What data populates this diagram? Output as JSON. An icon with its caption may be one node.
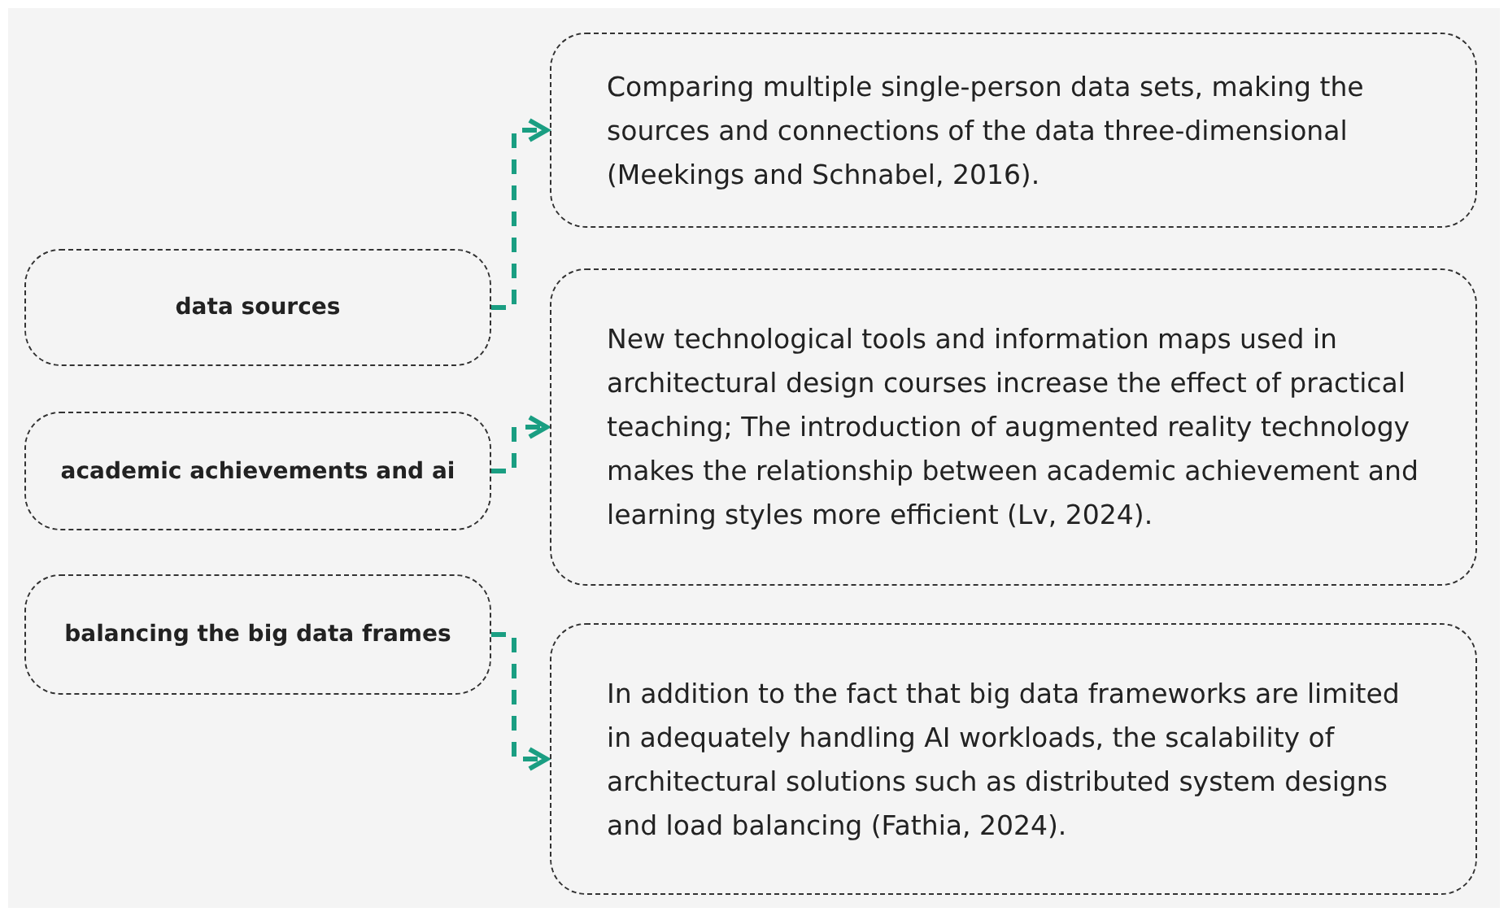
{
  "diagram": {
    "nodes": [
      {
        "text": [
          "data sources"
        ]
      },
      {
        "text": [
          "academic achievements and ai"
        ]
      },
      {
        "text": [
          "balancing the big data frames"
        ]
      },
      {
        "text": [
          "Comparing multiple single-person data sets, making the sources and connections of the data three-dimensional (Meekings and Schnabel, 2016)."
        ]
      },
      {
        "text": [
          "New technological tools and information maps used in architectural design courses increase the effect of practical teaching; The introduction of augmented reality technology makes the relationship between academic achievement and learning styles more efficient (Lv, 2024)."
        ]
      },
      {
        "text": [
          "In addition to the fact that big data frameworks are limited in adequately handling AI workloads, the scalability of architectural solutions such as distributed system designs and load balancing (Fathia, 2024)."
        ]
      }
    ],
    "edges": [
      {
        "from": 0,
        "to": 3,
        "arrow": "to",
        "style": "dashed"
      },
      {
        "from": 1,
        "to": 4,
        "arrow": "to",
        "style": "dashed"
      },
      {
        "from": 2,
        "to": 5,
        "arrow": "to",
        "style": "dashed"
      }
    ]
  }
}
